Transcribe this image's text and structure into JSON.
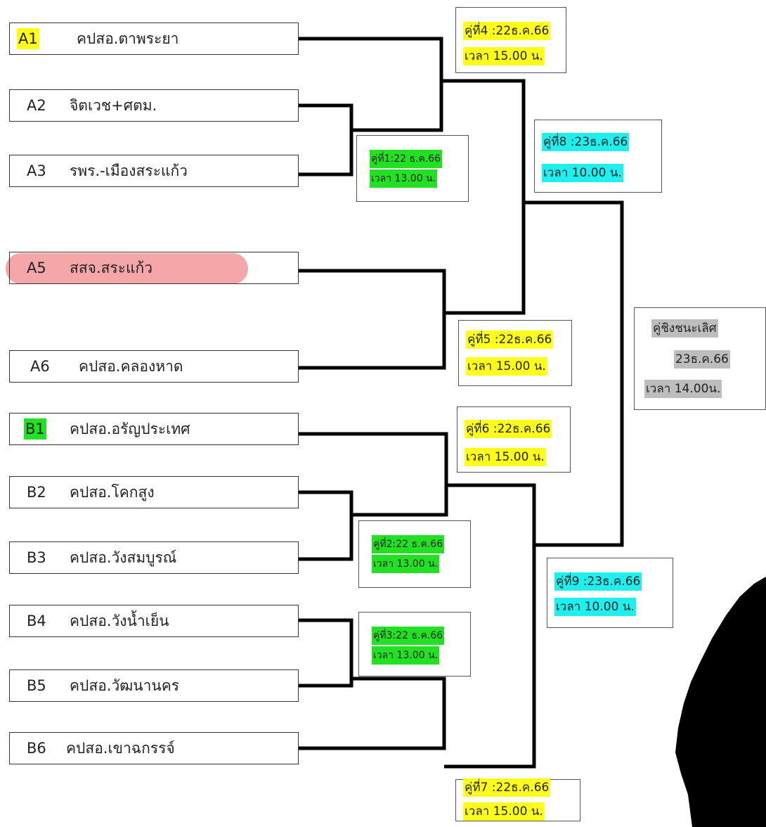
{
  "teams": [
    {
      "code": "A1",
      "name": "คปสอ.ตาพระยา",
      "code_highlight": "#ffff1a"
    },
    {
      "code": "A2",
      "name": "จิตเวช+ศตม."
    },
    {
      "code": "A3",
      "name": "รพร.-เมืองสระแก้ว"
    },
    {
      "code": "A5",
      "name": "สสจ.สระแก้ว",
      "row_highlight": "#f4a6a8"
    },
    {
      "code": "A6",
      "name": "คปสอ.คลองหาด"
    },
    {
      "code": "B1",
      "name": "คปสอ.อรัญประเทศ",
      "code_highlight": "#22e022"
    },
    {
      "code": "B2",
      "name": "คปสอ.โคกสูง"
    },
    {
      "code": "B3",
      "name": "คปสอ.วังสมบูรณ์"
    },
    {
      "code": "B4",
      "name": "คปสอ.วังน้ำเย็น"
    },
    {
      "code": "B5",
      "name": "คปสอ.วัฒนานคร"
    },
    {
      "code": "B6",
      "name": "คปสอ.เขาฉกรรจ์"
    }
  ],
  "matches": {
    "m1": {
      "line1": "คู่ที่1:22 ธ.ค.66",
      "line2": "เวลา  13.00 น.",
      "color": "#22e022"
    },
    "m2": {
      "line1": "คู่ที่2:22 ธ.ค.66",
      "line2": "เวลา  13.00 น.",
      "color": "#22e022"
    },
    "m3": {
      "line1": "คู่ที่3:22 ธ.ค.66",
      "line2": "เวลา  13.00 น.",
      "color": "#22e022"
    },
    "m4": {
      "line1": "คู่ที่4 :22ธ.ค.66",
      "line2": "เวลา  15.00 น.",
      "color": "#ffff1a"
    },
    "m5": {
      "line1": "คู่ที่5 :22ธ.ค.66",
      "line2": "เวลา  15.00 น.",
      "color": "#ffff1a"
    },
    "m6": {
      "line1": "คู่ที่6 :22ธ.ค.66",
      "line2": "เวลา  15.00 น.",
      "color": "#ffff1a"
    },
    "m7": {
      "line1": "คู่ที่7 :22ธ.ค.66",
      "line2": "เวลา  15.00 น.",
      "color": "#ffff1a"
    },
    "m8": {
      "line1": "คู่ที่8 :23ธ.ค.66",
      "line2": "เวลา  10.00 น.",
      "color": "#1ef0f0"
    },
    "m9": {
      "line1": "คู่ที่9 :23ธ.ค.66",
      "line2": "เวลา  10.00 น.",
      "color": "#1ef0f0"
    }
  },
  "final": {
    "line1": "คู่ชิงชนะเลิศ",
    "line2": "23ธ.ค.66",
    "line3": "เวลา  14.00น.",
    "color": "#bdbdbd"
  }
}
